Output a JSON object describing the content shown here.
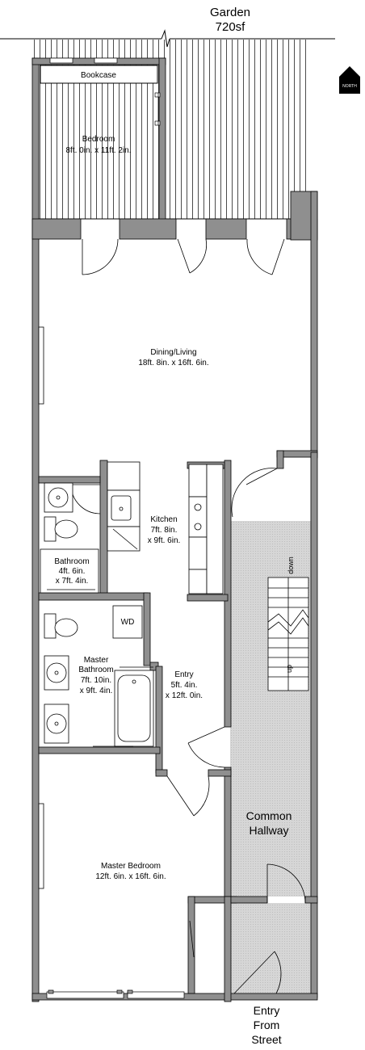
{
  "garden": {
    "name": "Garden",
    "area": "720sf"
  },
  "north": {
    "label": "NORTH"
  },
  "rooms": {
    "bookcase": "Bookcase",
    "bedroom": {
      "name": "Bedroom",
      "size": "8ft. 0in. x 11ft. 2in."
    },
    "dining": {
      "name": "Dining/Living",
      "size": "18ft. 8in. x 16ft. 6in."
    },
    "kitchen": {
      "name": "Kitchen",
      "size1": "7ft. 8in.",
      "size2": "x 9ft. 6in."
    },
    "bathroom": {
      "name": "Bathroom",
      "size1": "4ft. 6in.",
      "size2": "x 7ft. 4in."
    },
    "wd": "WD",
    "master_bath": {
      "name1": "Master",
      "name2": "Bathroom",
      "size1": "7ft. 10in.",
      "size2": "x 9ft. 4in."
    },
    "entry": {
      "name": "Entry",
      "size1": "5ft. 4in.",
      "size2": "x 12ft. 0in."
    },
    "master_bed": {
      "name": "Master Bedroom",
      "size": "12ft. 6in. x 16ft. 6in."
    },
    "hallway": {
      "name1": "Common",
      "name2": "Hallway"
    }
  },
  "stairs": {
    "down": "down",
    "up": "up"
  },
  "street": {
    "line1": "Entry",
    "line2": "From",
    "line3": "Street"
  },
  "colors": {
    "wall": "#8f8f8f",
    "hall": "#d9d9d9",
    "outline": "#000000"
  }
}
